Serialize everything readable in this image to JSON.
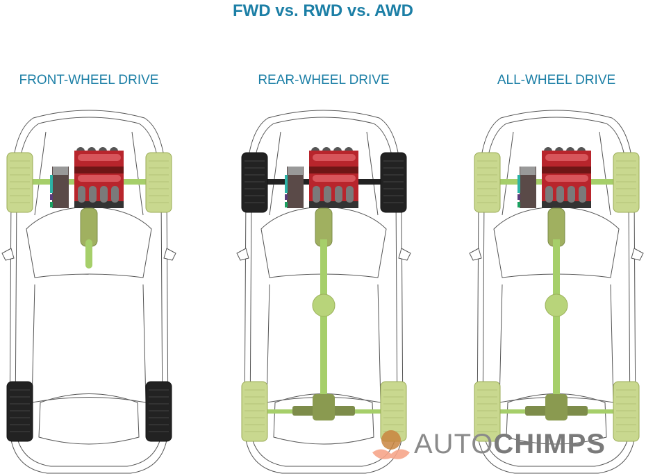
{
  "title": "FWD vs. RWD vs. AWD",
  "panels": [
    {
      "label": "FRONT-WHEEL DRIVE",
      "type": "fwd"
    },
    {
      "label": "REAR-WHEEL DRIVE",
      "type": "rwd"
    },
    {
      "label": "ALL-WHEEL DRIVE",
      "type": "awd"
    }
  ],
  "logo": {
    "part1": "AUTO",
    "part2": "CHIMPS"
  },
  "colors": {
    "title": "#1c7fa6",
    "driven": "#a6cf6a",
    "driven_tire": "#c9d88f",
    "undriven_tire": "#222222",
    "engine": "#c0272d"
  }
}
